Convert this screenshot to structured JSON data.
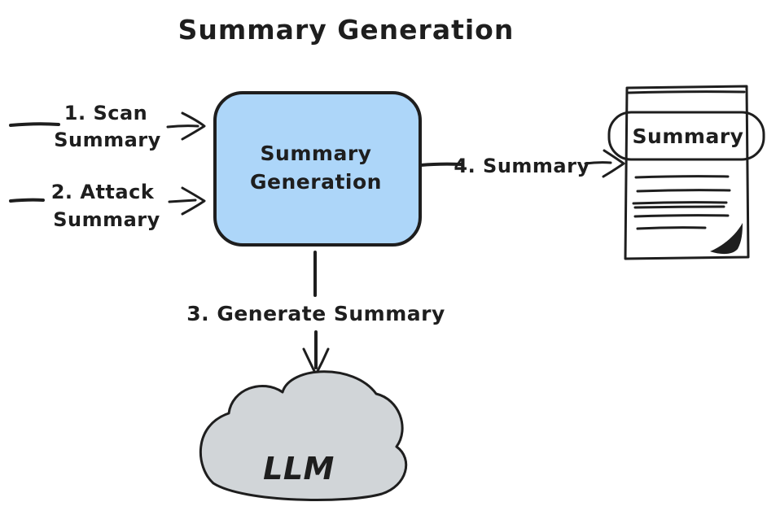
{
  "title": "Summary Generation",
  "colors": {
    "background": "#ffffff",
    "stroke": "#1e1e1e",
    "process_fill": "#add6f9",
    "cloud_fill": "#d1d5d8",
    "document_fill": "#ffffff"
  },
  "nodes": {
    "process": {
      "line1": "Summary",
      "line2": "Generation"
    },
    "document": {
      "label": "Summary"
    },
    "llm": {
      "label": "LLM"
    }
  },
  "edges": {
    "scan_input": {
      "line1": "1. Scan",
      "line2": "Summary"
    },
    "attack_input": {
      "line1": "2. Attack",
      "line2": "Summary"
    },
    "generate": {
      "label": "3. Generate Summary"
    },
    "output": {
      "label": "4. Summary"
    }
  },
  "icons": {
    "document": "sketch-document-icon",
    "cloud": "sketch-cloud-icon",
    "arrowhead": "chevron-arrowhead-icon"
  }
}
